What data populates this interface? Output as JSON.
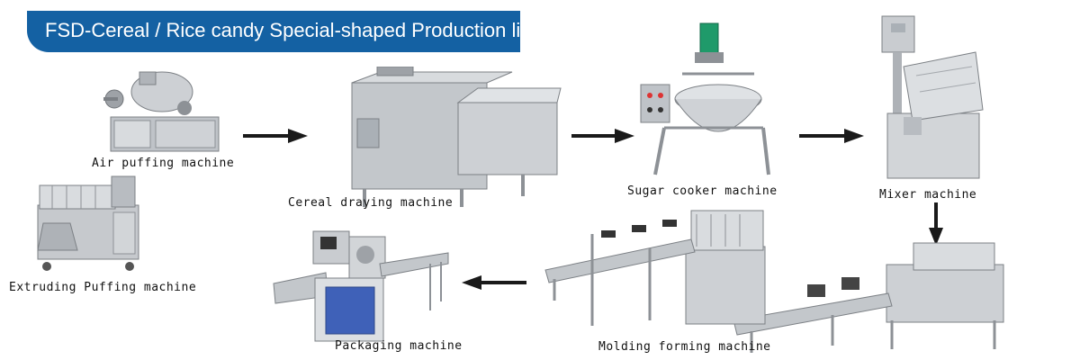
{
  "banner": {
    "title": "FSD-Cereal / Rice candy Special-shaped Production line"
  },
  "machines": {
    "air_puffing": "Air puffing machine",
    "extruding_puffing": "Extruding Puffing machine",
    "cereal_drying": "Cereal draying machine",
    "sugar_cooker": "Sugar cooker machine",
    "mixer": "Mixer machine",
    "molding_forming": "Molding forming machine",
    "packaging": "Packaging machine"
  },
  "colors": {
    "banner": "#1461a3",
    "steel": "#c9ccd0",
    "steel_dark": "#8d9196",
    "arrow": "#1a1a1a",
    "motor_green": "#1f9a6a",
    "panel_blue": "#3f61b8"
  },
  "icons": [
    "arrow-right-icon",
    "arrow-left-icon",
    "arrow-down-icon"
  ]
}
